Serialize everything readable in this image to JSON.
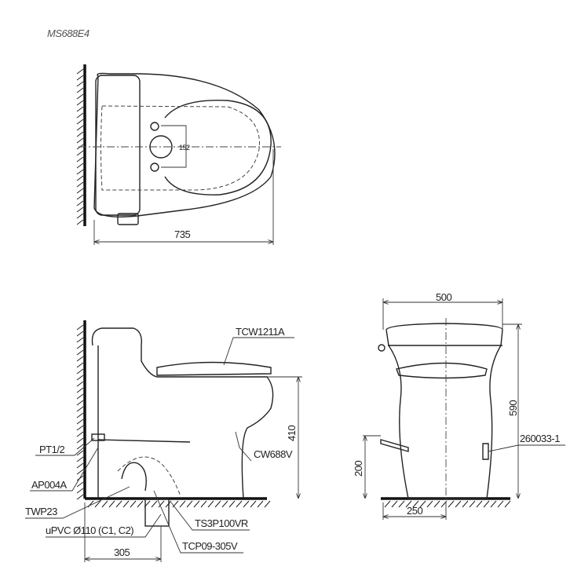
{
  "model": "MS688E4",
  "top_view": {
    "width_dim": "735",
    "seat_dim": "152"
  },
  "side_view": {
    "height_dim": "410",
    "offset_dim": "305",
    "labels": [
      "TCW1211A",
      "CW688V",
      "PT1/2",
      "AP004A",
      "TWP23",
      "uPVC Ø110 (C1, C2)",
      "TS3P100VR",
      "TCP09-305V"
    ]
  },
  "front_view": {
    "width_dim": "500",
    "height_dim": "590",
    "supply_height_dim": "200",
    "supply_offset_dim": "250",
    "label": "260033-1"
  }
}
